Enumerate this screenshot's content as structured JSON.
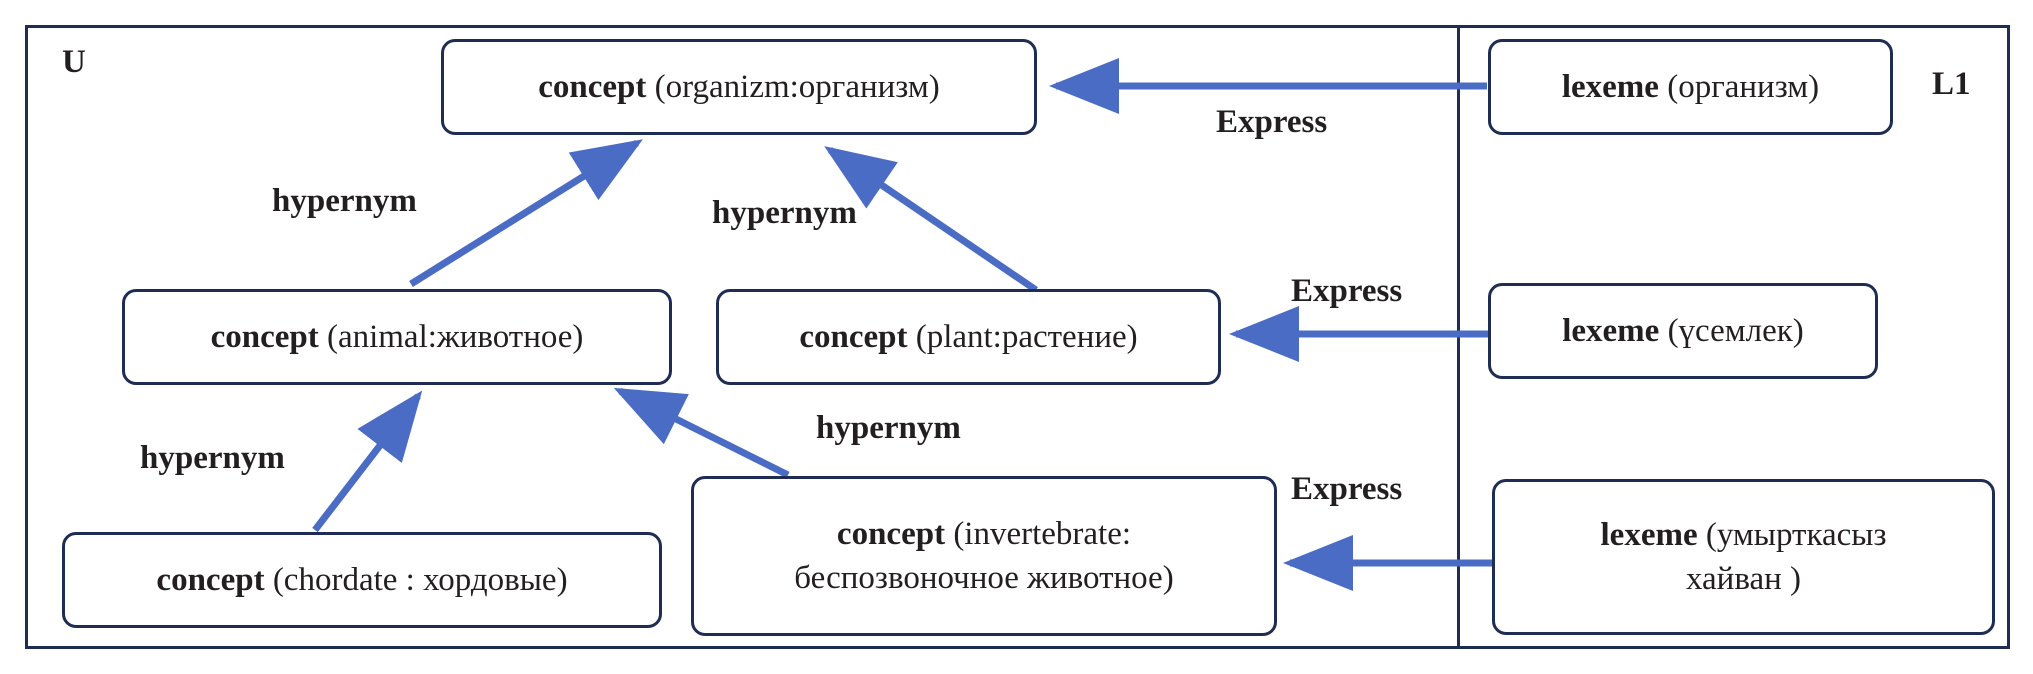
{
  "regions": {
    "universal_label": "U",
    "language_label": "L1"
  },
  "concepts": {
    "organism": {
      "keyword": "concept",
      "gloss": " (organizm:организм)"
    },
    "animal": {
      "keyword": "concept",
      "gloss": " (animal:животное)"
    },
    "plant": {
      "keyword": "concept",
      "gloss": " (plant:растение)"
    },
    "chordate": {
      "keyword": "concept",
      "gloss": " (chordate : хордовые)"
    },
    "invertebrate": {
      "keyword": "concept",
      "gloss_line1": " (invertebrate:",
      "gloss_line2": "беспозвоночное животное)"
    }
  },
  "lexemes": {
    "organism": {
      "keyword": "lexeme",
      "gloss": " (организм)"
    },
    "plant": {
      "keyword": "lexeme",
      "gloss": " (үсемлек)"
    },
    "invertebrate": {
      "keyword": "lexeme",
      "gloss_line1": " (умырткасыз",
      "gloss_line2": "хайван )"
    }
  },
  "edge_labels": {
    "hypernym_animal_organism": "hypernym",
    "hypernym_plant_organism": "hypernym",
    "hypernym_chordate_animal": "hypernym",
    "hypernym_invertebrate_animal": "hypernym",
    "express_organism": "Express",
    "express_plant": "Express",
    "express_invertebrate": "Express"
  },
  "colors": {
    "arrow": "#4a6cc4",
    "border": "#1f2d55",
    "text": "#231f20"
  }
}
